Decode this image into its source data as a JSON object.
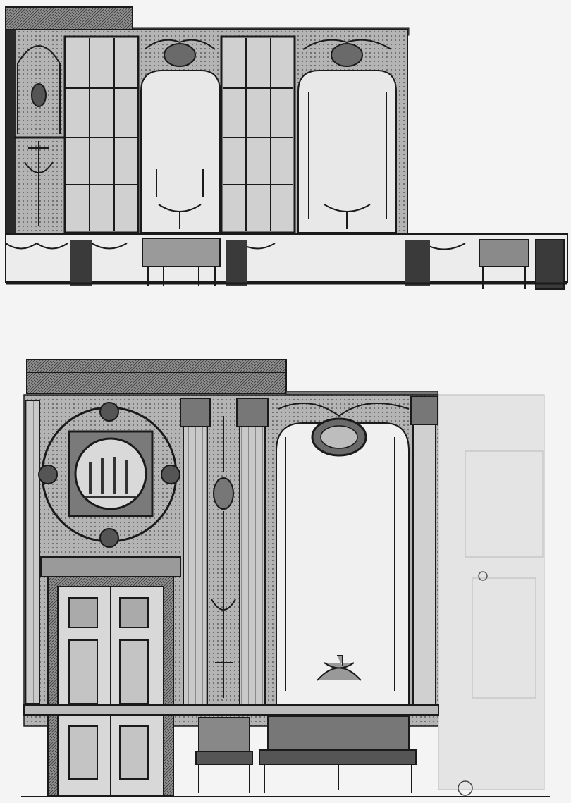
{
  "image": {
    "subject": "architectural-elevation-engraving",
    "colors": {
      "paper": "#f4f4f4",
      "ink": "#1a1a1a",
      "wall_tone": "#9a9a9a",
      "light_wall": "#d6d6d6",
      "glass": "#cfcfcf"
    }
  },
  "elevations": [
    {
      "label": "",
      "features": [
        "windows",
        "mirror-panels",
        "console-tables",
        "wall-paintings"
      ]
    },
    {
      "label": "",
      "features": [
        "cornice",
        "pilasters",
        "medallion-panel",
        "paneled-door",
        "mirror-panel",
        "settee",
        "chair"
      ]
    }
  ]
}
